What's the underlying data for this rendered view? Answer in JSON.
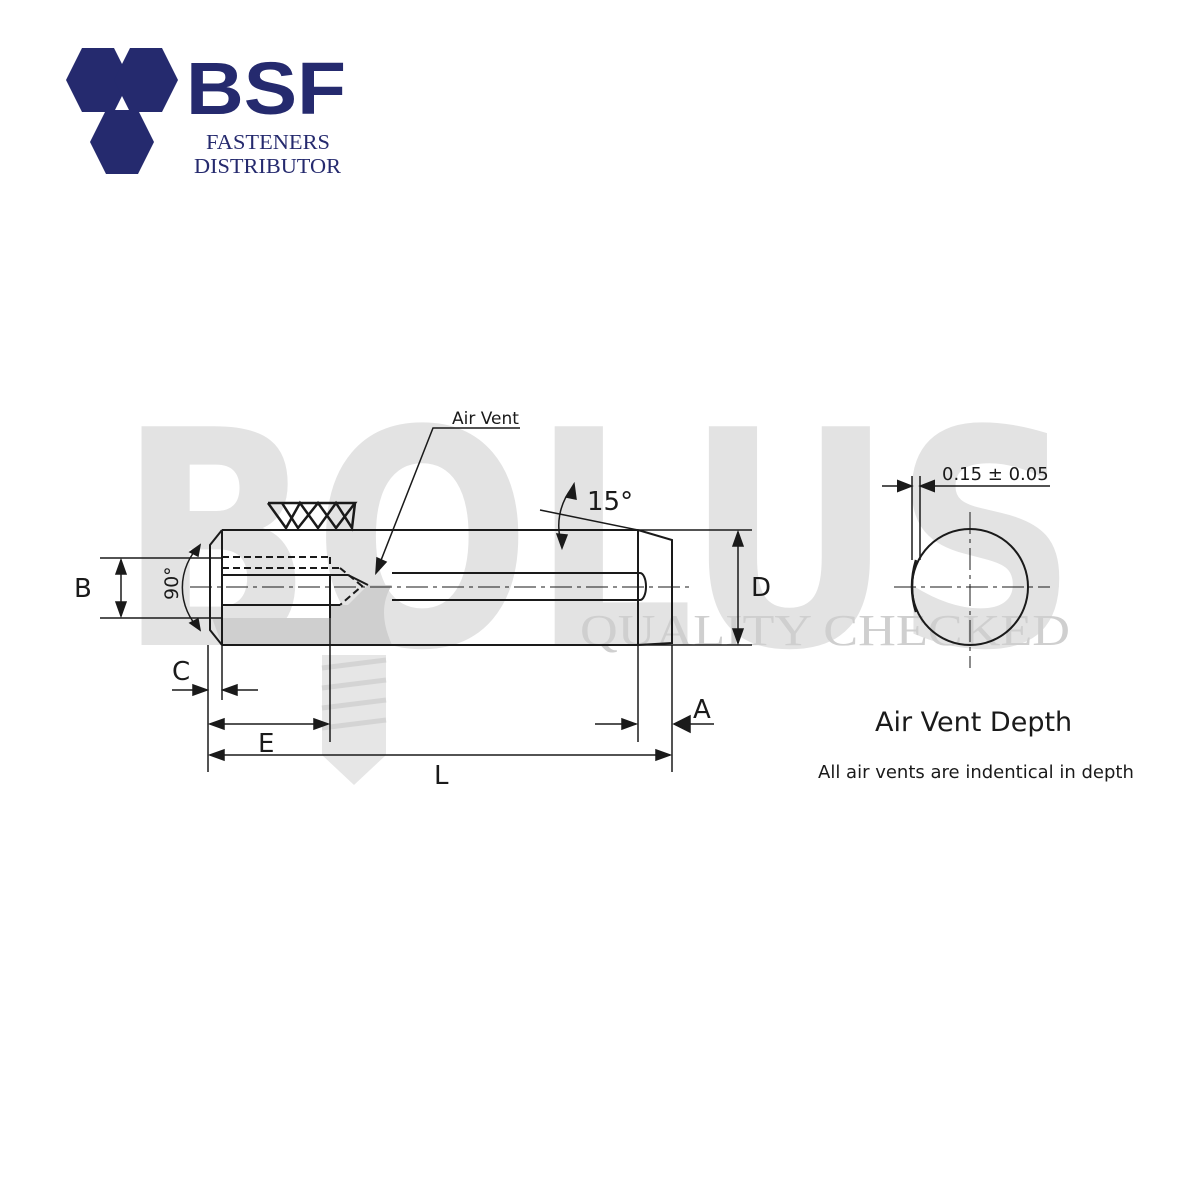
{
  "brand": {
    "name": "BSF",
    "tagline_line1": "FASTENERS",
    "tagline_line2": "DISTRIBUTOR",
    "color": "#252a6e"
  },
  "watermark": {
    "text": "BOLUS",
    "subtext": "QUALITY CHECKED",
    "color": "#e3e3e3"
  },
  "drawing": {
    "labels": {
      "air_vent": "Air Vent",
      "angle_top": "15°",
      "angle_chamfer": "90°",
      "dim_b": "B",
      "dim_c": "C",
      "dim_e": "E",
      "dim_l": "L",
      "dim_a": "A",
      "dim_d": "D",
      "vent_depth": "0.15 ± 0.05"
    },
    "line_color": "#1a1a1a",
    "fill_color": "#cfcfcf"
  },
  "detail": {
    "title": "Air Vent Depth",
    "note": "All air vents are indentical in depth"
  }
}
